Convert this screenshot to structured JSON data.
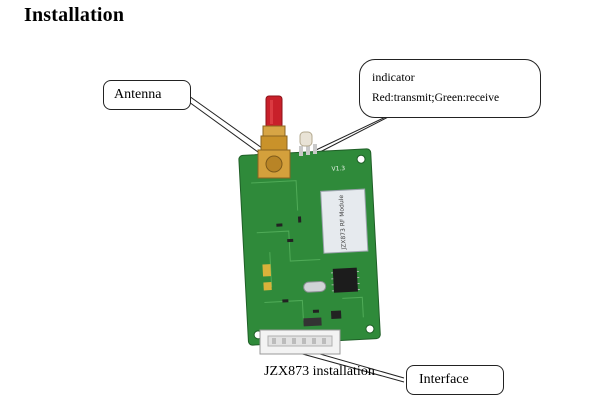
{
  "heading": "Installation",
  "callouts": {
    "antenna": "Antenna",
    "indicator_title": "indicator",
    "indicator_detail": "Red:transmit;Green:receive",
    "interface": "Interface"
  },
  "caption": "JZX873 installation",
  "board": {
    "version_label": "V1.3",
    "module_label": "JZX873 RF Module",
    "colors": {
      "pcb": "#2f8a3a",
      "antenna": "#c8202a",
      "connector": "#c9922a",
      "module_shield": "#e6eaee"
    }
  }
}
